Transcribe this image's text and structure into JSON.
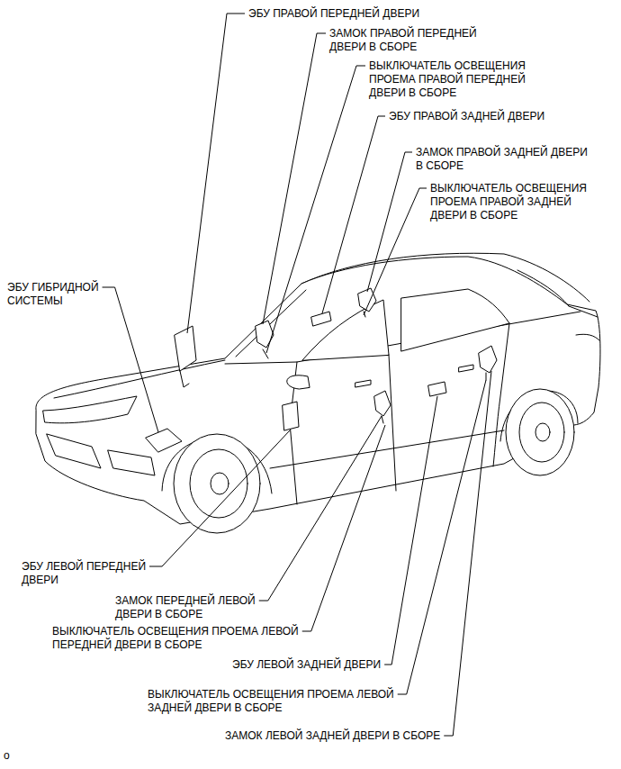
{
  "diagram": {
    "labels": [
      "ЭБУ ПРАВОЙ ПЕРЕДНЕЙ ДВЕРИ",
      "ЗАМОК ПРАВОЙ ПЕРЕДНЕЙ ДВЕРИ В СБОРЕ",
      "ВЫКЛЮЧАТЕЛЬ ОСВЕЩЕНИЯ ПРОЕМА ПРАВОЙ ПЕРЕДНЕЙ ДВЕРИ В СБОРЕ",
      "ЭБУ ПРАВОЙ ЗАДНЕЙ ДВЕРИ",
      "ЗАМОК ПРАВОЙ ЗАДНЕЙ ДВЕРИ В СБОРЕ",
      "ВЫКЛЮЧАТЕЛЬ ОСВЕЩЕНИЯ ПРОЕМА ПРАВОЙ ЗАДНЕЙ ДВЕРИ В СБОРЕ",
      "ЭБУ ГИБРИДНОЙ СИСТЕМЫ",
      "ЭБУ ЛЕВОЙ ПЕРЕДНЕЙ ДВЕРИ",
      "ЗАМОК ПЕРЕДНЕЙ ЛЕВОЙ ДВЕРИ В СБОРЕ",
      "ВЫКЛЮЧАТЕЛЬ ОСВЕЩЕНИЯ ПРОЕМА ЛЕВОЙ ПЕРЕДНЕЙ ДВЕРИ В СБОРЕ",
      "ЭБУ ЛЕВОЙ ЗАДНЕЙ ДВЕРИ",
      "ВЫКЛЮЧАТЕЛЬ ОСВЕЩЕНИЯ ПРОЕМА ЛЕВОЙ ЗАДНЕЙ ДВЕРИ В СБОРЕ",
      "ЗАМОК ЛЕВОЙ ЗАДНЕЙ ДВЕРИ В СБОРЕ",
      "o"
    ]
  }
}
